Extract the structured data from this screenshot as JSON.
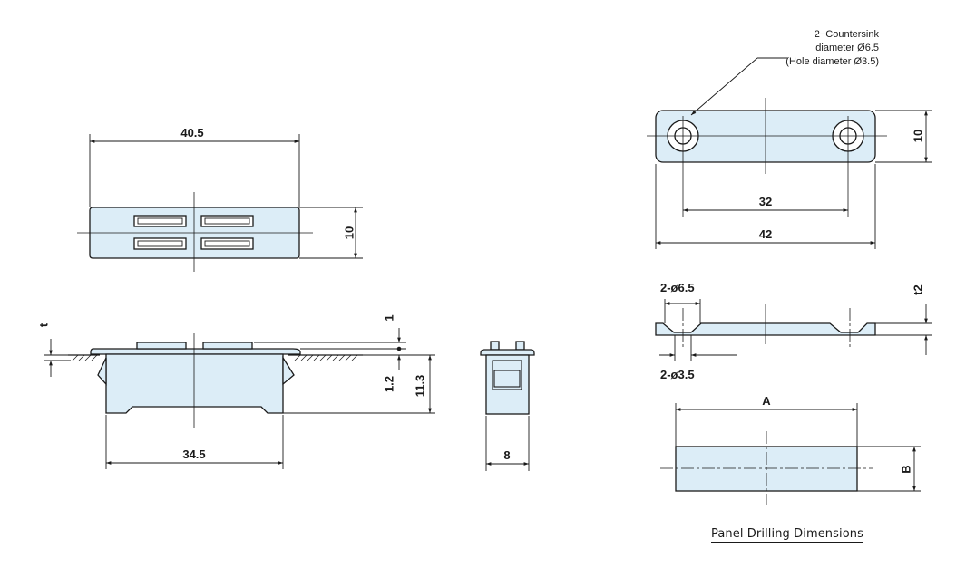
{
  "top_view": {
    "width_label": "40.5",
    "height_label": "10"
  },
  "side_view": {
    "t_label": "t",
    "one_label": "1",
    "one_two_label": "1.2",
    "height_label": "11.3",
    "width_label": "34.5"
  },
  "end_view": {
    "width_label": "8"
  },
  "strike_plate": {
    "note_line1": "2−Countersink",
    "note_line2": "diameter Ø6.5",
    "note_line3": "(Hole diameter Ø3.5)",
    "height_label": "10",
    "pitch_label": "32",
    "length_label": "42"
  },
  "plate_section": {
    "countersink_label": "2-ø6.5",
    "hole_label": "2-ø3.5",
    "thickness_label": "t2"
  },
  "panel_drilling": {
    "a_label": "A",
    "b_label": "B",
    "caption": "Panel Drilling Dimensions"
  }
}
